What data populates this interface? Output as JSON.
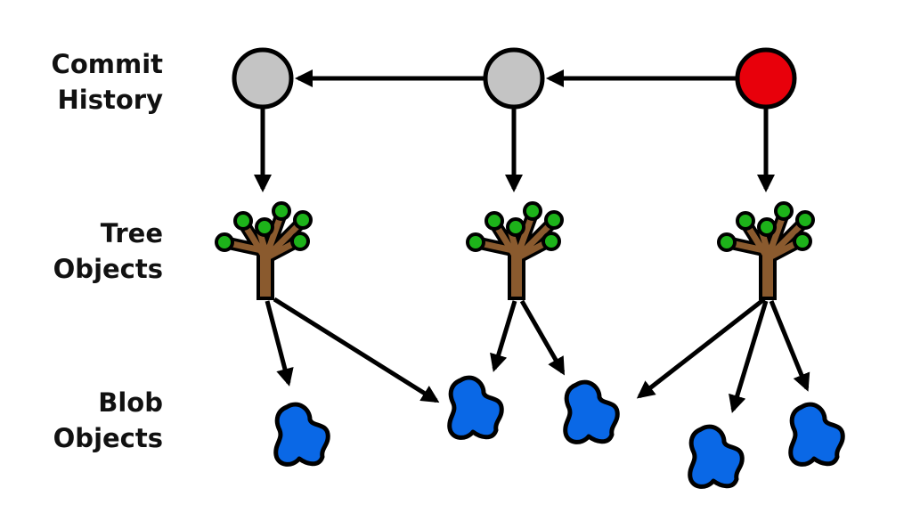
{
  "labels": {
    "commit": [
      "Commit",
      "History"
    ],
    "tree": [
      "Tree",
      "Objects"
    ],
    "blob": [
      "Blob",
      "Objects"
    ]
  },
  "colors": {
    "commit_old": "#c4c4c4",
    "commit_head": "#e8000b",
    "leaf": "#1db31a",
    "trunk": "#8a5a2e",
    "blob": "#0a68e6"
  },
  "commits": [
    {
      "id": "commit-1",
      "state": "old"
    },
    {
      "id": "commit-2",
      "state": "old"
    },
    {
      "id": "commit-3",
      "state": "head"
    }
  ]
}
